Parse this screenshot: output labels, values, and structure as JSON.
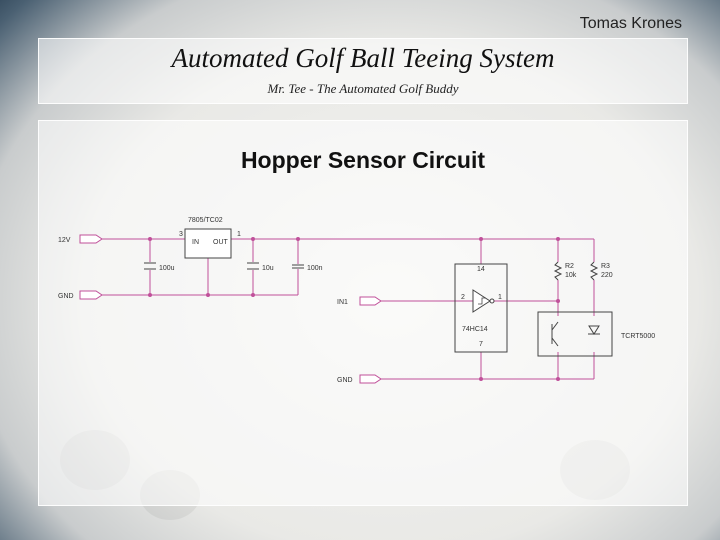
{
  "author": "Tomas Krones",
  "title": "Automated Golf Ball Teeing System",
  "subtitle": "Mr. Tee - The Automated Golf Buddy",
  "heading": "Hopper Sensor Circuit",
  "circuit": {
    "regulator": "7805/TC02",
    "reg_in": "IN",
    "reg_out": "OUT",
    "reg_pin_in": "3",
    "reg_pin_out": "1",
    "net_12v": "12V",
    "net_gnd": "GND",
    "net_in1": "IN1",
    "net_gnd2": "GND",
    "c1": "100u",
    "c2": "10u",
    "c3": "100n",
    "ic": "74HC14",
    "ic_pin_vcc": "14",
    "ic_pin_in": "2",
    "ic_pin_out": "1",
    "ic_pin_gnd": "7",
    "r2_name": "R2",
    "r2_val": "10k",
    "r3_name": "R3",
    "r3_val": "220",
    "sensor": "TCRT5000"
  },
  "colors": {
    "wire": "#c0509a",
    "component": "#444444"
  }
}
